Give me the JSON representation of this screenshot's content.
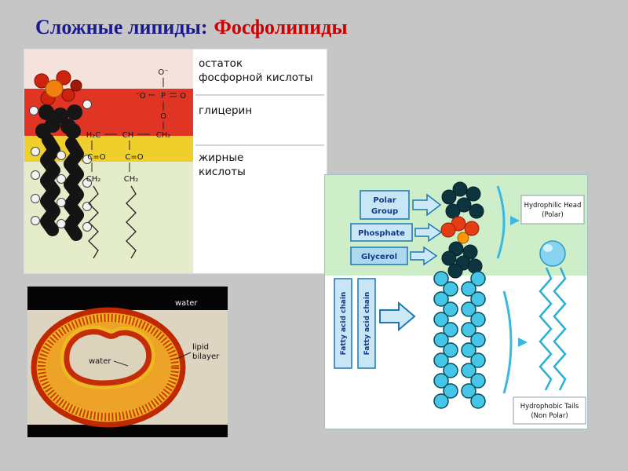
{
  "title": {
    "prefix": "Сложные липиды:",
    "highlight": "Фосфолипиды"
  },
  "structure_panel": {
    "label_phosphate_1": "остаток",
    "label_phosphate_2": "фосфорной кислоты",
    "label_glycerol": "глицерин",
    "label_fatty_1": "жирные",
    "label_fatty_2": "кислоты",
    "formula": {
      "o_top": "O⁻",
      "o_left": "⁻O",
      "p": "P",
      "o_right": "O",
      "o_mid": "O",
      "h2c": "H₂C",
      "ch": "CH",
      "ch2": "CH₂",
      "ester_left": "C=O",
      "ester_right": "C=O",
      "ch2_left": "CH₂",
      "ch2_right": "CH₂"
    }
  },
  "liposome_panel": {
    "water_top": "water",
    "water_inner": "water",
    "bilayer_1": "lipid",
    "bilayer_2": "bilayer"
  },
  "diagram_panel": {
    "polar_1": "Polar",
    "polar_2": "Group",
    "phosphate": "Phosphate",
    "glycerol": "Glycerol",
    "fatty_left": "Fatty acid chain",
    "fatty_right": "Fatty acid chain",
    "hydrophilic_1": "Hydrophilic Head",
    "hydrophilic_2": "(Polar)",
    "hydrophobic_1": "Hydrophobic Tails",
    "hydrophobic_2": "(Non Polar)"
  },
  "colors": {
    "title_blue": "#1b1b8f",
    "title_red": "#cc0000",
    "membrane_red": "#c02800",
    "membrane_yellow": "#e8b820",
    "chain_cyan": "#46c6e6",
    "box_blue": "#1b78b4"
  }
}
